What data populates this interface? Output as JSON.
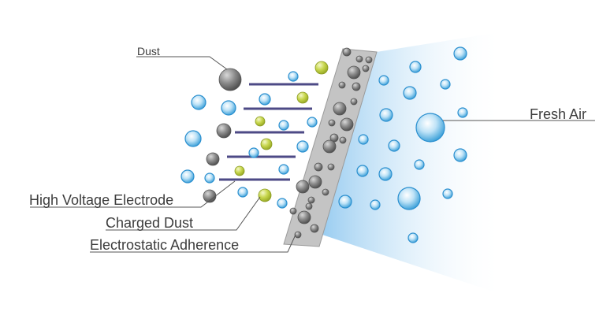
{
  "labels": {
    "dust": "Dust",
    "fresh_air": "Fresh Air",
    "high_voltage_electrode": "High Voltage Electrode",
    "charged_dust": "Charged Dust",
    "electrostatic_adherence": "Electrostatic Adherence"
  },
  "colors": {
    "electrode": "#4d4a86",
    "dust": "#6d6d6d",
    "charged_dust": "#b6c83a",
    "water_drop": "#3aa3da",
    "filter": "#bdbdbd",
    "fresh_air_gradient": "#9fcff0",
    "leader_line": "#555555"
  }
}
